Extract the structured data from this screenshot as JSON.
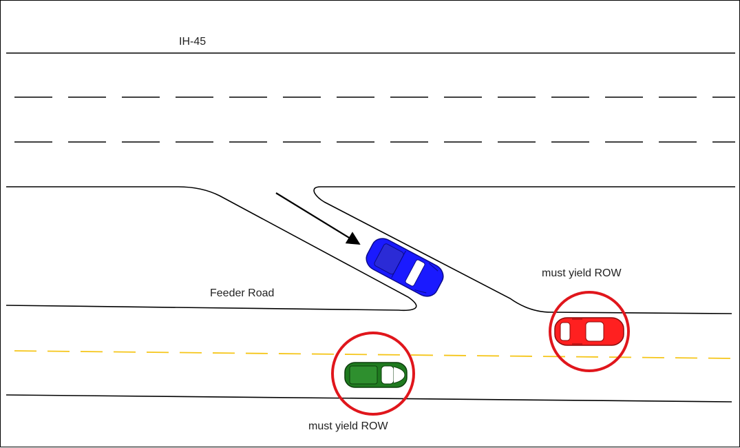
{
  "labels": {
    "highway": "IH-45",
    "feeder": "Feeder Road",
    "yield_upper": "must yield ROW",
    "yield_lower": "must yield ROW"
  },
  "vehicles": [
    {
      "name": "blue-car",
      "color": "#1a1aff",
      "role": "exiting vehicle"
    },
    {
      "name": "red-car",
      "color": "#ff2020",
      "role": "must yield"
    },
    {
      "name": "green-car",
      "color": "#1f7a1f",
      "role": "must yield"
    }
  ],
  "colors": {
    "road_edge": "#000000",
    "center_line": "#f5c518",
    "yield_circle": "#e0161c"
  },
  "icons": [
    "direction-arrow",
    "yield-circle"
  ]
}
